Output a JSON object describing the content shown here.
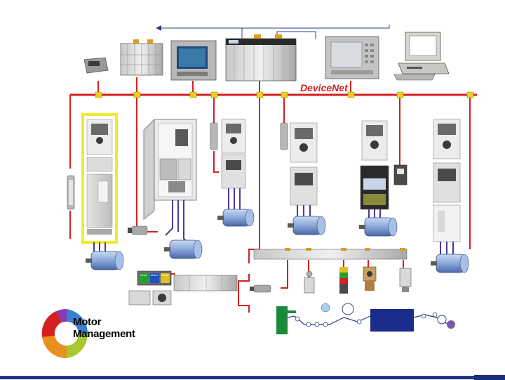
{
  "network": {
    "label": "DeviceNet"
  },
  "logo": {
    "line1": "Motor",
    "line2": "Management"
  },
  "colors": {
    "trunk": "#d42020",
    "drop": "#d42020",
    "tap": "#e8d020",
    "highlight": "#f0ea30",
    "motor_body": "#8aa8d8",
    "cable": "#4a3a9a",
    "process_box": "#1c2c8c",
    "bottom_bar": "#1a2c7c"
  },
  "devices": {
    "pushbutton_labels": [
      "Motor",
      "Motor",
      "Reset"
    ]
  }
}
